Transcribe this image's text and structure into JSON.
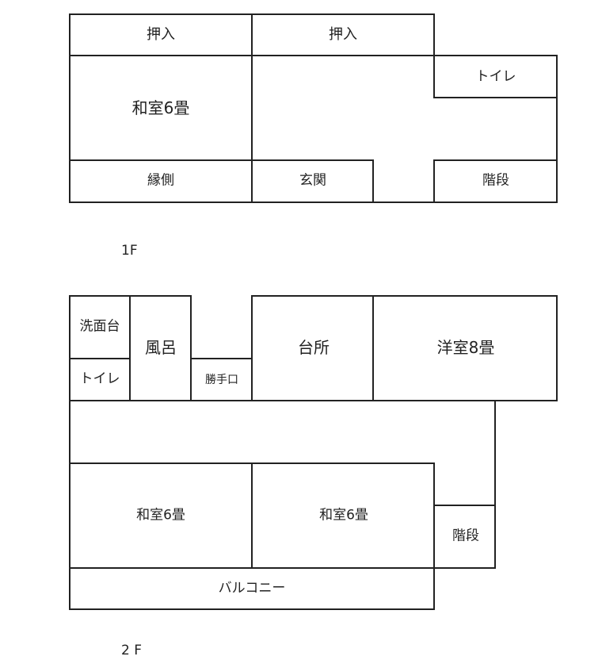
{
  "floor1": {
    "label": "1F",
    "rooms": {
      "oshiire_left": "押入",
      "oshiire_right": "押入",
      "toilet": "トイレ",
      "washitsu": "和室6畳",
      "engawa": "縁側",
      "genkan": "玄関",
      "kaidan": "階段"
    }
  },
  "floor2": {
    "label": "2 F",
    "rooms": {
      "senmendai": "洗面台",
      "furo": "風呂",
      "toilet": "トイレ",
      "katteguchi": "勝手口",
      "daidokoro": "台所",
      "youshitsu": "洋室8畳",
      "washitsu_left": "和室6畳",
      "washitsu_right": "和室6畳",
      "kaidan": "階段",
      "balcony": "バルコニー"
    }
  },
  "colors": {
    "wall": "#222222",
    "background": "#ffffff"
  }
}
